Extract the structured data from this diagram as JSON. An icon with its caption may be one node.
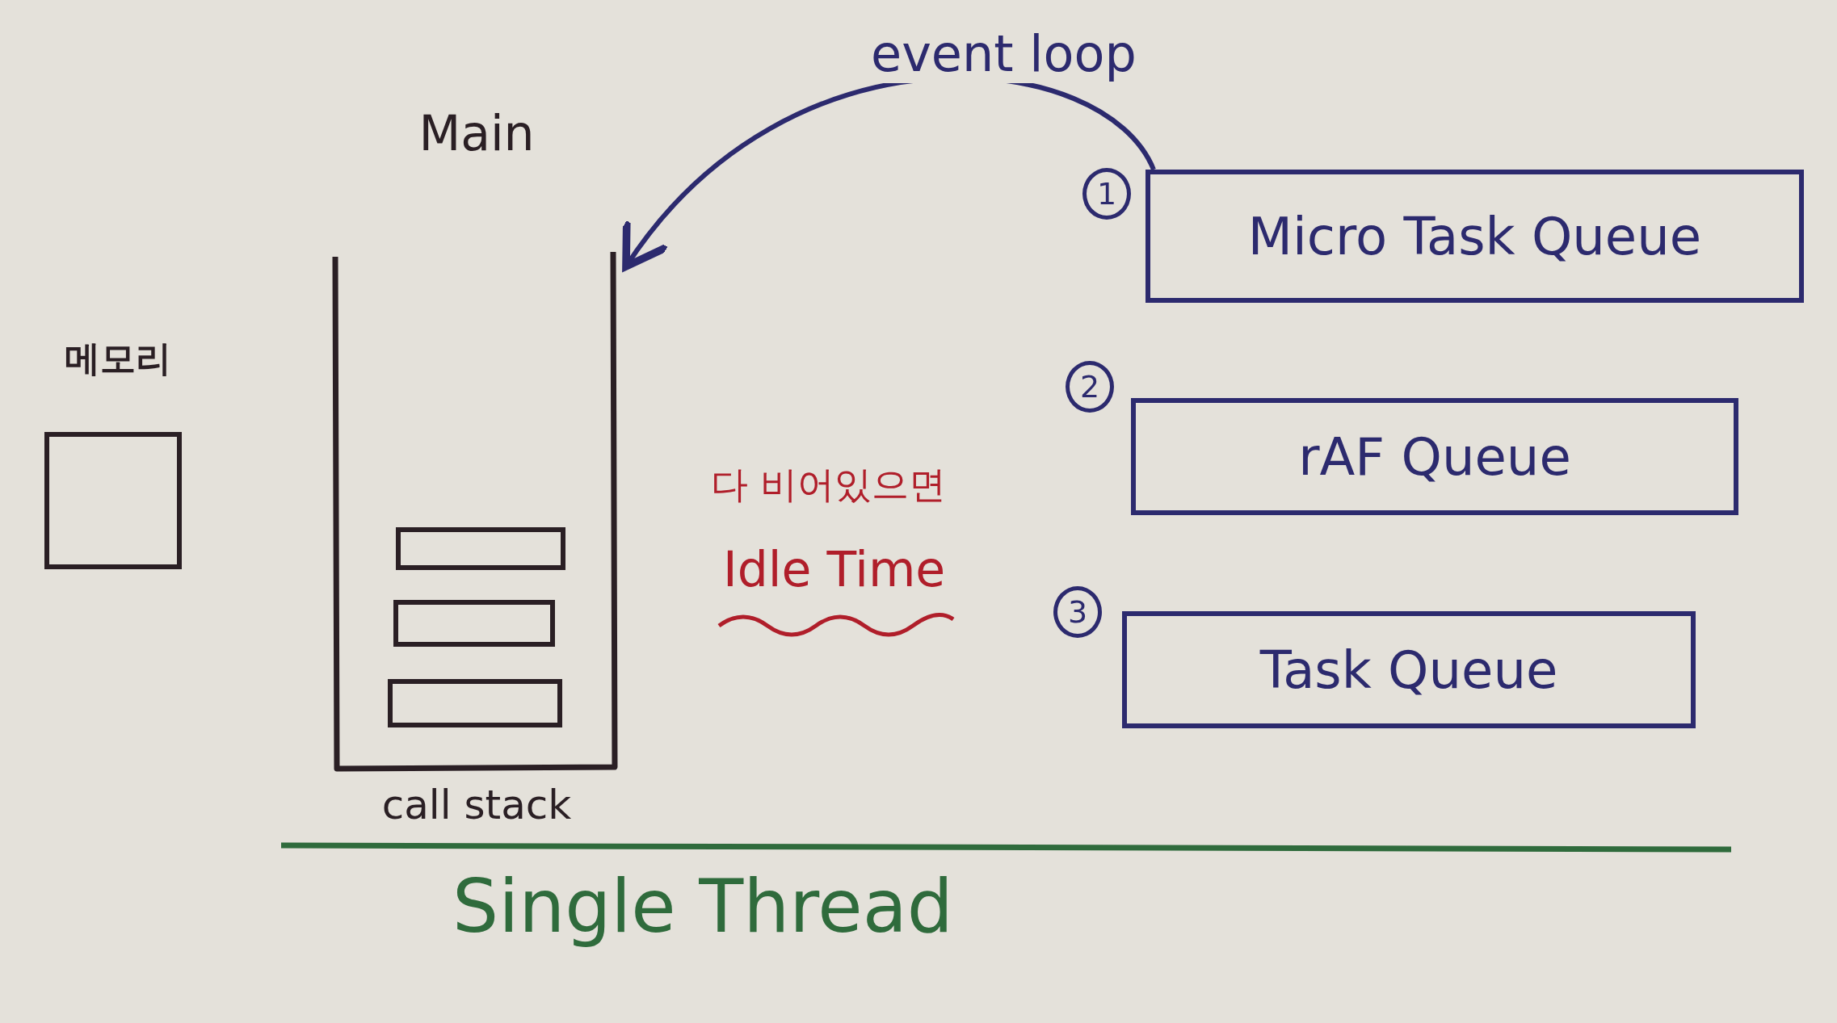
{
  "diagram": {
    "nodes": [
      {
        "text": [
          "메모리"
        ]
      },
      {
        "text": [
          "Main",
          "call stack"
        ]
      },
      {
        "text": [],
        "shape": "box",
        "in": 1
      },
      {
        "text": [],
        "shape": "box",
        "in": 1
      },
      {
        "text": [],
        "shape": "box",
        "in": 1
      },
      {
        "text": [
          "Micro Task Queue"
        ],
        "beside": [
          "1"
        ]
      },
      {
        "text": [
          "rAF Queue"
        ],
        "beside": [
          "2"
        ]
      },
      {
        "text": [
          "Task Queue"
        ],
        "beside": [
          "3"
        ]
      }
    ],
    "edges": [
      {
        "from": 5,
        "to": 1,
        "arrow": "to",
        "label": "event loop"
      }
    ],
    "labels": [
      "다 비어있으면",
      "Idle Time",
      "Single Thread"
    ]
  }
}
